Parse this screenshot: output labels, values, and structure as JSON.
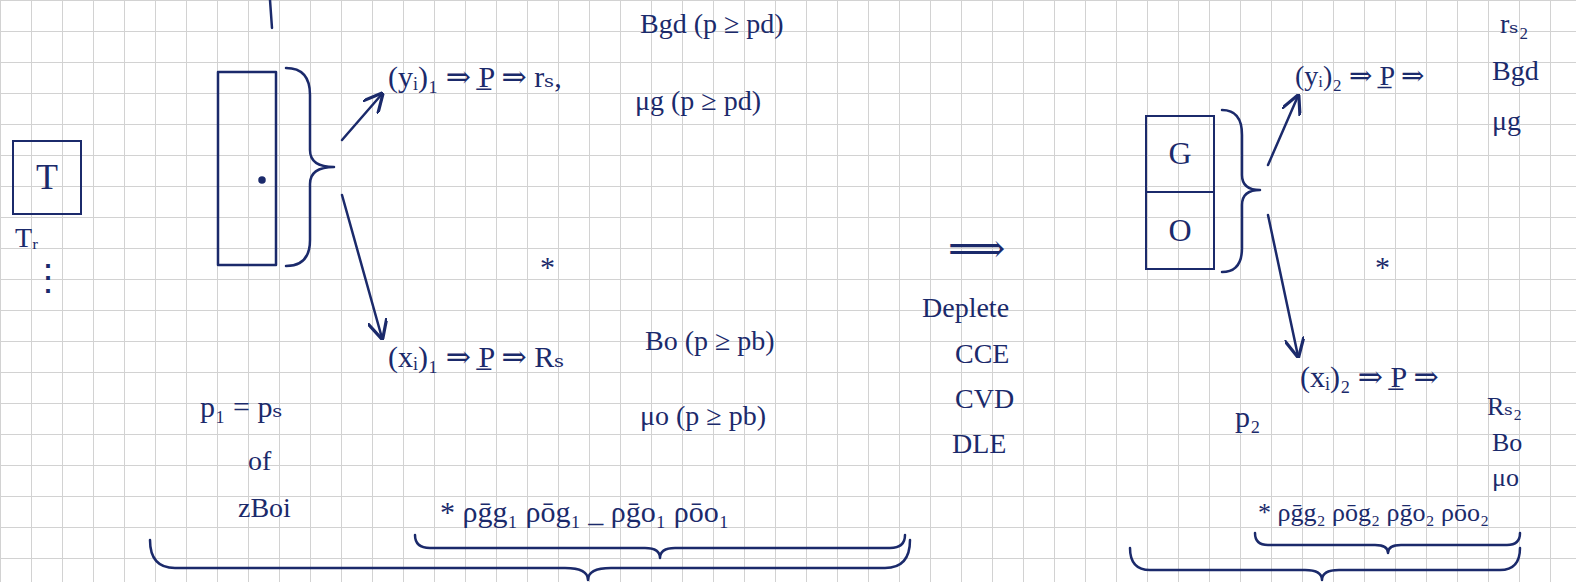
{
  "diagram": {
    "nodes": [
      {
        "text": [
          "T"
        ]
      },
      {
        "text": [
          "G"
        ]
      },
      {
        "text": [
          "O"
        ]
      }
    ],
    "labels": [
      "Tᵣ",
      "⋮",
      "(yᵢ)₁ ⇒ P̲ ⇒ rₛ,",
      "Bgd (p ≥ pd)",
      "μg (p ≥ pd)",
      "*",
      "(xᵢ)₁ ⇒ P̲ ⇒ Rₛ",
      "Bo (p ≥ pb)",
      "μo (p ≥ pb)",
      "p₁ = pₛ",
      "of",
      "zBoi",
      "* ρḡg₁ ρōg₁ _ ρḡo₁ ρōo₁",
      "⟹",
      "Deplete",
      "CCE",
      "CVD",
      "DLE",
      "p₂",
      "(yᵢ)₂ ⇒ P̲ ⇒",
      "rₛ₂",
      "Bgd",
      "μg",
      "*",
      "(xᵢ)₂ ⇒ P̲ ⇒",
      "Rₛ₂",
      "Bo",
      "μo",
      "* ρḡg₂ ρōg₂ ρḡo₂ ρōo₂"
    ]
  }
}
